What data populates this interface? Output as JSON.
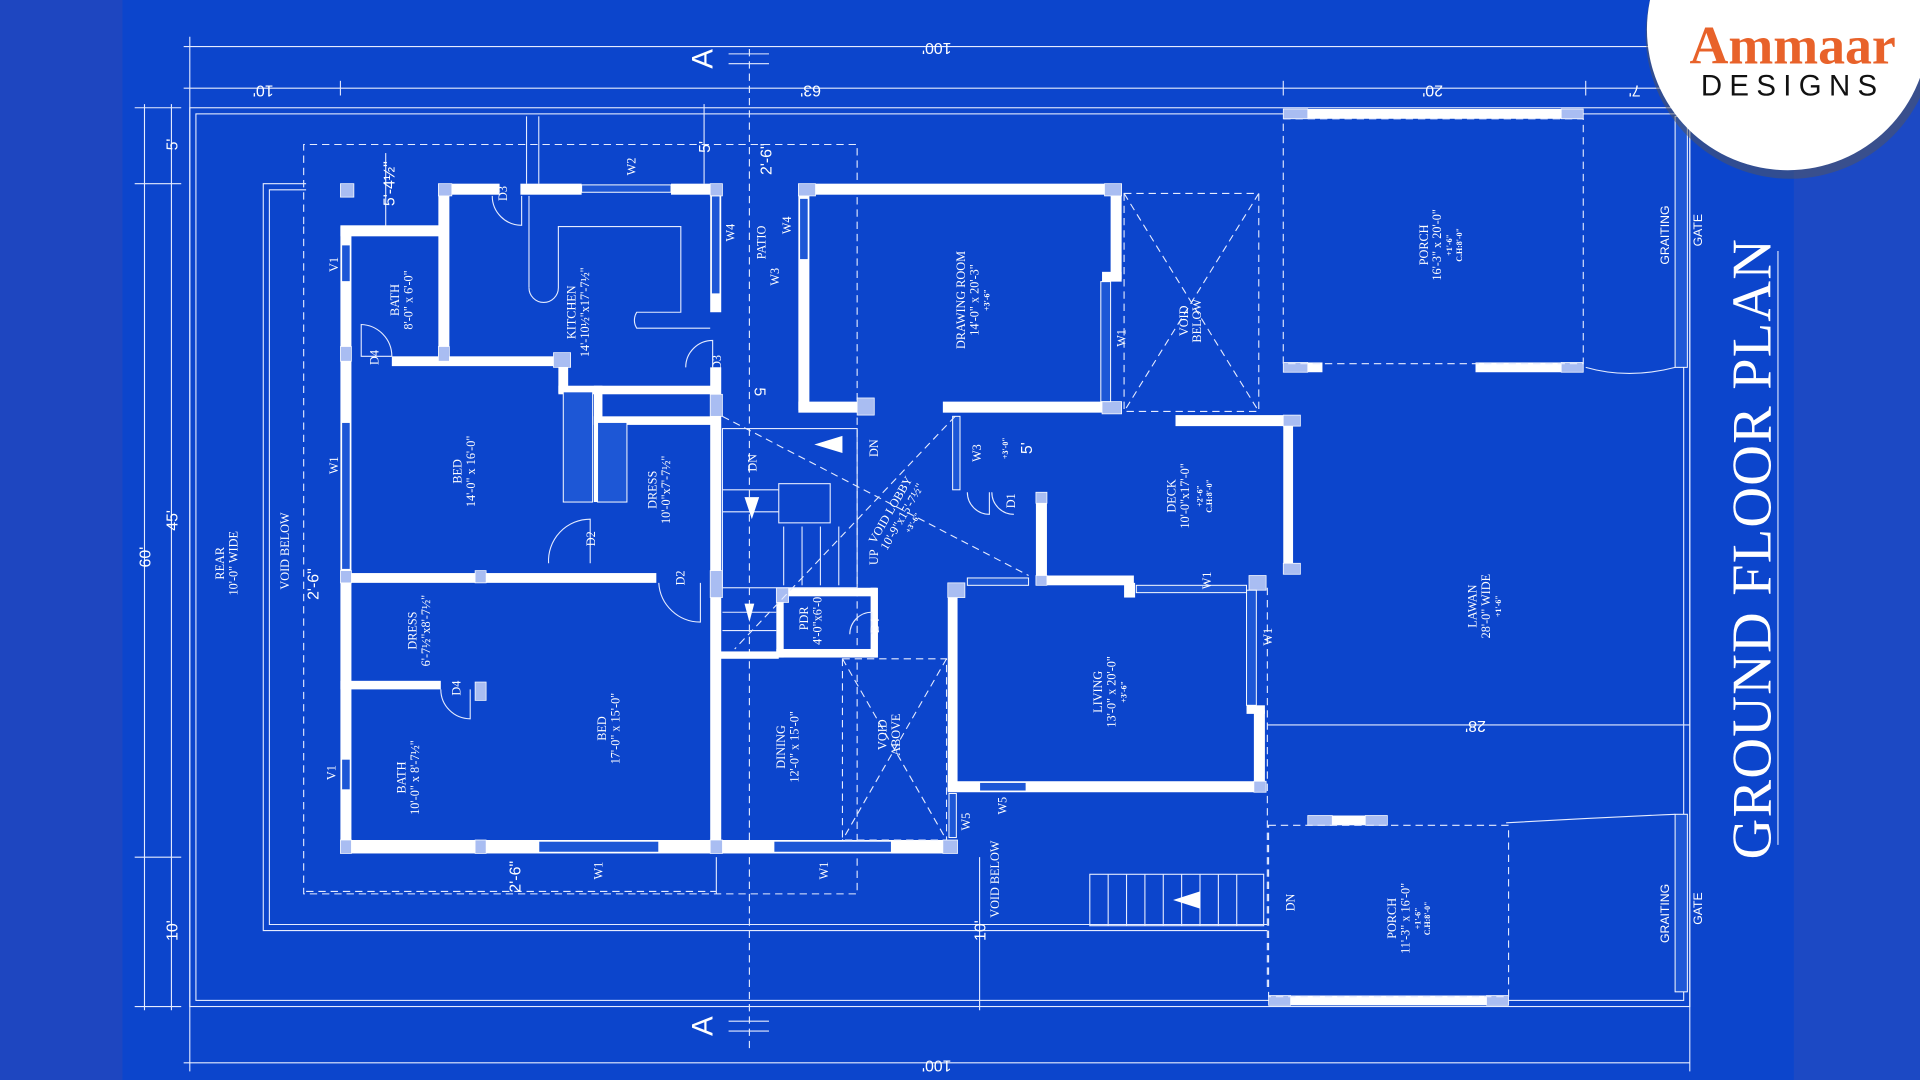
{
  "title": "GROUND FLOOR PLAN",
  "logo": {
    "name": "Ammaar",
    "sub": "DESIGNS",
    "name_color": "#e8622a"
  },
  "colors": {
    "background": "#0c45cc",
    "lines": "#ffffff"
  },
  "section_mark": "A",
  "dimensions": {
    "top_total": "100'",
    "top_a": "10'",
    "top_b": "63'",
    "top_c": "20'",
    "top_d": "7'",
    "bottom_total": "100'",
    "left_total": "60'",
    "left_a": "5'",
    "left_b": "45'",
    "left_c": "10'",
    "d_5_4": "5'-4½\"",
    "d_5a": "5'",
    "d_2_6a": "2'-6\"",
    "d_5b": "5",
    "d_5c": "5'",
    "d_3_0": "+3'-0\"",
    "d_2_6b": "2'-6\"",
    "d_2_6c": "2'-6\"",
    "d_10": "10'",
    "d_28": "28'"
  },
  "rooms": {
    "bath1": {
      "name": "BATH",
      "size": "8'-0\" x 6'-0\""
    },
    "kitchen": {
      "name": "KITCHEN",
      "size": "14'-10½\"x17'-7½\""
    },
    "bed1": {
      "name": "BED",
      "size": "14'-0\" x 16'-0\""
    },
    "dress1": {
      "name": "DRESS",
      "size": "10'-0\"x7'-7½\""
    },
    "dress2": {
      "name": "DRESS",
      "size": "6'-7½\"x8'-7½\""
    },
    "bath2": {
      "name": "BATH",
      "size": "10'-0\" x 8'-7½\""
    },
    "bed2": {
      "name": "BED",
      "size": "17'-0\" x 15'-0\""
    },
    "dining": {
      "name": "DINING",
      "size": "12'-0\" x 15'-0\""
    },
    "void_above": {
      "name": "VOID",
      "size": "ABOVE"
    },
    "pdr": {
      "name": "PDR",
      "size": "4'-0\"x6'-0\""
    },
    "lobby": {
      "name": "VOID LOBBY",
      "size": "10'-9\"x15'-7½\"",
      "level": "+3'-6\""
    },
    "drawing": {
      "name": "DRAWING ROOM",
      "size": "14'-0\" x 20'-3\"",
      "level": "+3'-6\""
    },
    "void_below_top": {
      "name": "VOID",
      "size": "BELOW"
    },
    "deck": {
      "name": "DECK",
      "size": "10'-0\"x17'-0\"",
      "level": "+2'-6\"",
      "ch": "C.H:8'-0\""
    },
    "living": {
      "name": "LIVING",
      "size": "13'-0\" x 20'-0\"",
      "level": "+3'-6\""
    },
    "porch1": {
      "name": "PORCH",
      "size": "16'-3\" x 20'-0\"",
      "level": "+1'-6\"",
      "ch": "C.H:8'-0\""
    },
    "lawan": {
      "name": "LAWAN",
      "size": "28'-0\" WIDE",
      "level": "+1'-6\""
    },
    "porch2": {
      "name": "PORCH",
      "size": "11'-3\" x 16'-0\"",
      "level": "+1'-6\"",
      "ch": "C.H:8'-0\""
    },
    "rear": {
      "name": "REAR",
      "size": "10'-0\" WIDE"
    },
    "patio": {
      "name": "PATIO"
    }
  },
  "notes": {
    "void_below_left": "VOID BELOW",
    "void_below_bottom": "VOID BELOW",
    "grating": "GRAITING",
    "gate": "GATE",
    "dn": "DN",
    "up": "UP"
  },
  "tags": {
    "w1": "W1",
    "w2": "W2",
    "w3": "W3",
    "w4": "W4",
    "w5": "W5",
    "v1": "V1",
    "d1": "D1",
    "d2": "D2",
    "d3": "D3",
    "d4": "D4"
  }
}
